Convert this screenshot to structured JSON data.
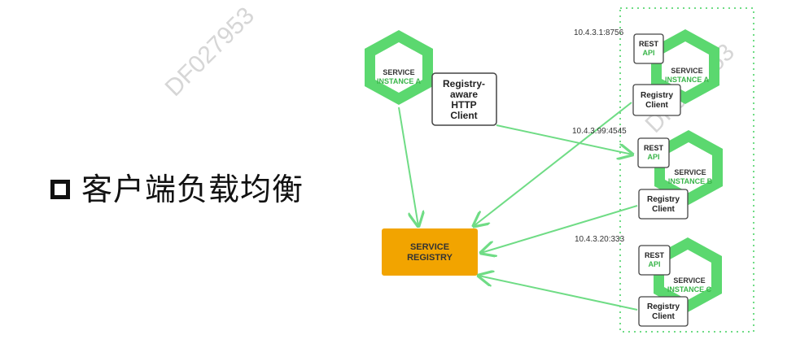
{
  "heading": {
    "text": "客户端负载均衡"
  },
  "watermark": "DF027953",
  "diagram": {
    "client": {
      "label_line1": "SERVICE",
      "label_line2": "INSTANCE A",
      "http_client_line1": "Registry-",
      "http_client_line2": "aware",
      "http_client_line3": "HTTP",
      "http_client_line4": "Client"
    },
    "registry": {
      "line1": "SERVICE",
      "line2": "REGISTRY"
    },
    "instances": [
      {
        "address": "10.4.3.1:8756",
        "rest_line1": "REST",
        "rest_line2": "API",
        "name_line1": "SERVICE",
        "name_line2": "INSTANCE A",
        "registry_client_line1": "Registry",
        "registry_client_line2": "Client"
      },
      {
        "address": "10.4.3.99:4545",
        "rest_line1": "REST",
        "rest_line2": "API",
        "name_line1": "SERVICE",
        "name_line2": "INSTANCE B",
        "registry_client_line1": "Registry",
        "registry_client_line2": "Client"
      },
      {
        "address": "10.4.3.20:333",
        "rest_line1": "REST",
        "rest_line2": "API",
        "name_line1": "SERVICE",
        "name_line2": "INSTANCE C",
        "registry_client_line1": "Registry",
        "registry_client_line2": "Client"
      }
    ]
  },
  "colors": {
    "green": "#5bd86f",
    "green_text": "#3ab54a",
    "registry": "#f2a400",
    "arrow": "#6fdc85",
    "box_border": "#444444"
  }
}
